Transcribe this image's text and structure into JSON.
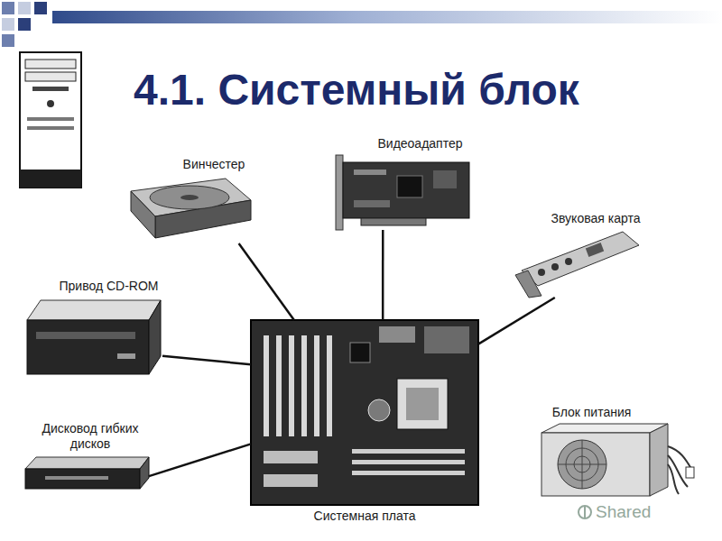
{
  "diagram": {
    "title": "4.1. Системный блок",
    "nodes": [
      {
        "text": [
          "Винчестер"
        ]
      },
      {
        "text": [
          "Видеоадаптер"
        ]
      },
      {
        "text": [
          "Звуковая карта"
        ]
      },
      {
        "text": [
          "Привод CD-ROM"
        ]
      },
      {
        "text": [
          "Системная плата"
        ]
      },
      {
        "text": [
          "Дисковод гибких дисков"
        ]
      },
      {
        "text": [
          "Блок питания"
        ]
      }
    ],
    "edges": [
      {
        "from": 0,
        "to": 4,
        "arrow": "none"
      },
      {
        "from": 1,
        "to": 4,
        "arrow": "none"
      },
      {
        "from": 2,
        "to": 4,
        "arrow": "none"
      },
      {
        "from": 3,
        "to": 4,
        "arrow": "none"
      },
      {
        "from": 5,
        "to": 4,
        "arrow": "none"
      }
    ],
    "labels": [
      "Shared"
    ]
  }
}
